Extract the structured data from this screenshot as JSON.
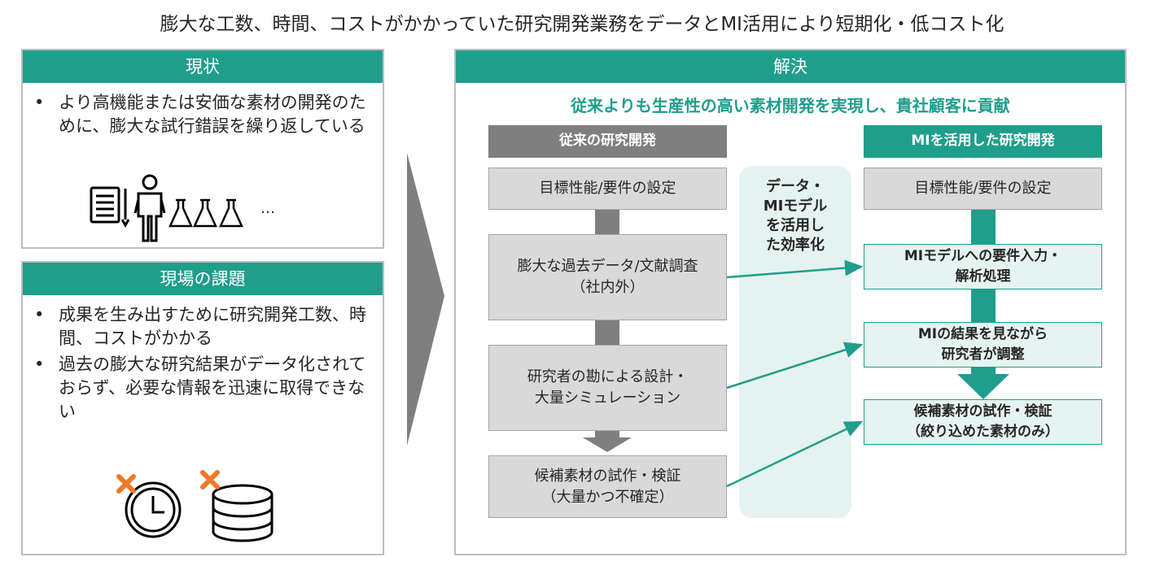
{
  "title": "膨大な工数、時間、コストがかかっていた研究開発業務をデータとMI活用により短期化・低コスト化",
  "current": {
    "header": "現状",
    "bullets": [
      "より高機能または安価な素材の開発のために、膨大な試行錯誤を繰り返している"
    ],
    "ellipsis": "…"
  },
  "issues": {
    "header": "現場の課題",
    "bullets": [
      "成果を生み出すために研究開発工数、時間、コストがかかる",
      "過去の膨大な研究結果がデータ化されておらず、必要な情報を迅速に取得できない"
    ]
  },
  "solution": {
    "header": "解決",
    "tagline": "従来よりも生産性の高い素材開発を実現し、貴社顧客に貢献",
    "traditional": {
      "header": "従来の研究開発",
      "steps": [
        "目標性能/要件の設定",
        "膨大な過去データ/文献調査\n（社内外）",
        "研究者の勘による設計・\n大量シミュレーション",
        "候補素材の試作・検証\n（大量かつ不確定）"
      ]
    },
    "middle": "データ・\nMIモデル\nを活用し\nた効率化",
    "mi": {
      "header": "MIを活用した研究開発",
      "steps": [
        "目標性能/要件の設定",
        "MIモデルへの要件入力・\n解析処理",
        "MIの結果を見ながら\n研究者が調整",
        "候補素材の試作・検証\n（絞り込めた素材のみ）"
      ]
    }
  },
  "colors": {
    "teal": "#1f9e8c",
    "gray": "#7f7f7f",
    "light_gray": "#d9d9d9",
    "light_teal": "#e6f4f1",
    "accent_x": "#f0782a"
  }
}
